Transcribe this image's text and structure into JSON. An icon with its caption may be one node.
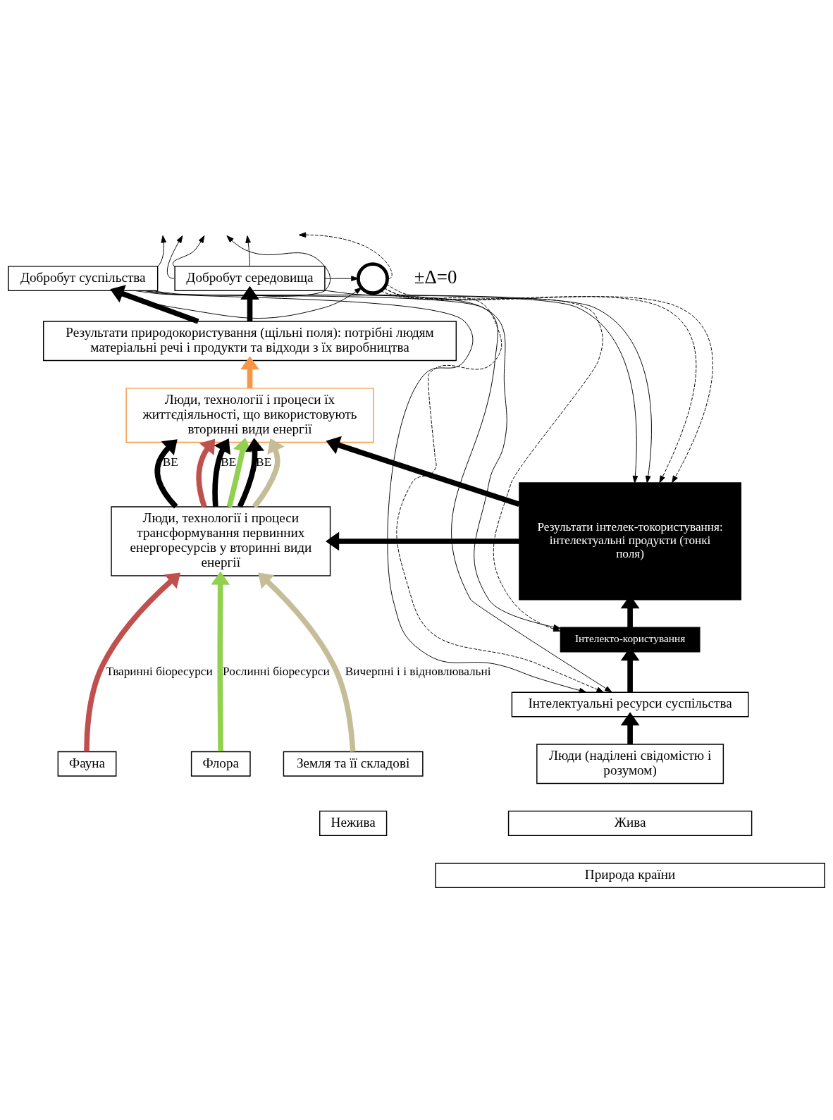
{
  "diagram": {
    "nodes": [
      {
        "text": [
          "Добробут суспільства"
        ]
      },
      {
        "text": [],
        "shape": "circle"
      },
      {
        "text": [
          "Добробут середовища"
        ]
      },
      {
        "text": [
          "Результати природокористування (щільні поля): потрібні людям матеріальні речі і продукти та відходи з їх виробництва"
        ]
      },
      {
        "text": [
          "Люди, технології і процеси їх життєдіяльності, що використовують вторинні види енергії"
        ]
      },
      {
        "text": [
          "Результати інтелек-токористування: інтелектуальні продукти (тонкі поля)"
        ]
      },
      {
        "text": [
          "Люди, технології і процеси трансформування первинних енергоресурсів у вторинні види енергії"
        ]
      },
      {
        "text": [
          "Інтелекто-користування"
        ]
      },
      {
        "text": [
          "Інтелектуальні ресурси суспільства"
        ]
      },
      {
        "text": [
          "Люди (наділені свідомістю і розумом)"
        ]
      },
      {
        "text": [
          "Фауна"
        ]
      },
      {
        "text": [
          "Флора"
        ]
      },
      {
        "text": [
          "Земля та її складові"
        ]
      },
      {
        "text": [
          "Жива"
        ]
      },
      {
        "text": [
          "Нежива"
        ]
      },
      {
        "text": [
          "Природа країни"
        ]
      }
    ],
    "edges": [
      {
        "from": 0,
        "to": 1,
        "arrow": "to"
      },
      {
        "from": 2,
        "to": 1,
        "arrow": "to"
      },
      {
        "from": 1,
        "to": null,
        "arrow": "to",
        "style": "dashed"
      },
      {
        "from": 1,
        "to": 5,
        "arrow": "to",
        "style": "dashed"
      },
      {
        "from": 1,
        "to": 5,
        "arrow": "to",
        "style": "dashed"
      },
      {
        "from": 1,
        "to": 7,
        "arrow": "to",
        "style": "dashed"
      },
      {
        "from": 1,
        "to": 8,
        "arrow": "to",
        "style": "dashed"
      },
      {
        "from": 0,
        "to": 5,
        "arrow": "to"
      },
      {
        "from": 0,
        "to": 5,
        "arrow": "to"
      },
      {
        "from": 0,
        "to": 7,
        "arrow": "to"
      },
      {
        "from": 0,
        "to": 8,
        "arrow": "to"
      },
      {
        "from": 0,
        "to": null,
        "arrow": "to"
      },
      {
        "from": 2,
        "to": null,
        "arrow": "to"
      },
      {
        "from": 2,
        "to": null,
        "arrow": "to"
      },
      {
        "from": 2,
        "to": null,
        "arrow": "to"
      },
      {
        "from": 2,
        "to": null,
        "arrow": "to"
      },
      {
        "from": 2,
        "to": 8,
        "arrow": "to"
      },
      {
        "from": 3,
        "to": 0,
        "arrow": "to",
        "style": "thick"
      },
      {
        "from": 3,
        "to": 2,
        "arrow": "to",
        "style": "thick"
      },
      {
        "from": 4,
        "to": 3,
        "arrow": "to",
        "style": "thick",
        "color": "#f79646"
      },
      {
        "from": 5,
        "to": 4,
        "arrow": "to",
        "style": "thick"
      },
      {
        "from": 5,
        "to": 6,
        "arrow": "to",
        "style": "thick"
      },
      {
        "from": 6,
        "to": 4,
        "arrow": "to",
        "label": "ВЕ",
        "style": "thick"
      },
      {
        "from": 6,
        "to": 4,
        "arrow": "to",
        "style": "thick",
        "color": "#c0504d"
      },
      {
        "from": 6,
        "to": 4,
        "arrow": "to",
        "label": "ВЕ",
        "style": "thick"
      },
      {
        "from": 6,
        "to": 4,
        "arrow": "to",
        "style": "thick",
        "color": "#92d050"
      },
      {
        "from": 6,
        "to": 4,
        "arrow": "to",
        "label": "ВЕ",
        "style": "thick"
      },
      {
        "from": 6,
        "to": 4,
        "arrow": "to",
        "style": "thick",
        "color": "#c4bd97"
      },
      {
        "from": 7,
        "to": 5,
        "arrow": "to",
        "style": "thick"
      },
      {
        "from": 8,
        "to": 7,
        "arrow": "to",
        "style": "thick"
      },
      {
        "from": 9,
        "to": 8,
        "arrow": "to",
        "style": "thick"
      },
      {
        "from": 10,
        "to": 6,
        "arrow": "to",
        "label": "Тваринні біоресурси",
        "style": "thick",
        "color": "#c0504d"
      },
      {
        "from": 11,
        "to": 6,
        "arrow": "to",
        "label": "Рослинні біоресурси",
        "style": "thick",
        "color": "#92d050"
      },
      {
        "from": 12,
        "to": 6,
        "arrow": "to",
        "label": "Вичерпні і і відновлювальні",
        "style": "thick",
        "color": "#c4bd97"
      }
    ],
    "labels": [
      "±Δ=0"
    ]
  }
}
